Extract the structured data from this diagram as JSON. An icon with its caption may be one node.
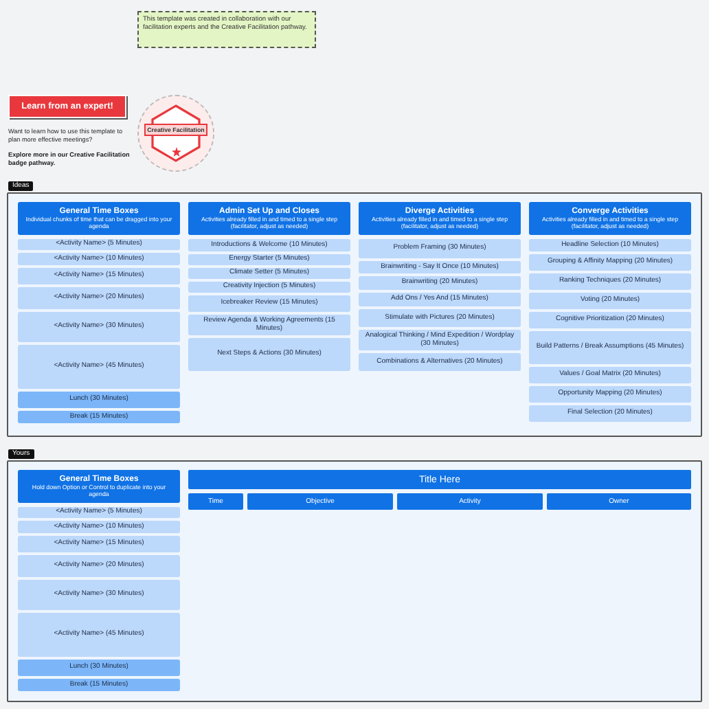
{
  "diagram": {
    "nodes": [
      {
        "text": [
          "This template was created in collaboration with our facilitation experts and the Creative Facilitation pathway."
        ]
      },
      {
        "text": [
          "Learn from an expert!"
        ]
      },
      {
        "text": [
          "Creative Facilitation"
        ]
      },
      {
        "text": [
          "Ideas"
        ]
      },
      {
        "text": [
          "General Time Boxes",
          "Individual chunks of time that can be dragged into your agenda"
        ],
        "in": 3
      },
      {
        "text": [
          "<Activity Name> (5 Minutes)"
        ],
        "in": 3
      },
      {
        "text": [
          "<Activity Name> (10 Minutes)"
        ],
        "in": 3
      },
      {
        "text": [
          "<Activity Name> (15 Minutes)"
        ],
        "in": 3
      },
      {
        "text": [
          "<Activity Name> (20 Minutes)"
        ],
        "in": 3
      },
      {
        "text": [
          "<Activity Name> (30 Minutes)"
        ],
        "in": 3
      },
      {
        "text": [
          "<Activity Name> (45 Minutes)"
        ],
        "in": 3
      },
      {
        "text": [
          "Lunch (30 Minutes)"
        ],
        "in": 3
      },
      {
        "text": [
          "Break (15 Minutes)"
        ],
        "in": 3
      },
      {
        "text": [
          "Admin Set Up and Closes",
          "Activities already filled in and timed to a single step (facilitator, adjust as needed)"
        ],
        "in": 3
      },
      {
        "text": [
          "Introductions & Welcome (10 Minutes)"
        ],
        "in": 3
      },
      {
        "text": [
          "Energy Starter (5 Minutes)"
        ],
        "in": 3
      },
      {
        "text": [
          "Climate Setter (5 Minutes)"
        ],
        "in": 3
      },
      {
        "text": [
          "Creativity Injection (5 Minutes)"
        ],
        "in": 3
      },
      {
        "text": [
          "Icebreaker Review (15 Minutes)"
        ],
        "in": 3
      },
      {
        "text": [
          "Review Agenda & Working Agreements (15 Minutes)"
        ],
        "in": 3
      },
      {
        "text": [
          "Next Steps & Actions (30 Minutes)"
        ],
        "in": 3
      },
      {
        "text": [
          "Diverge Activities",
          "Activities already filled in and timed to a single step (facilitator, adjust as needed)"
        ],
        "in": 3
      },
      {
        "text": [
          "Problem Framing (30 Minutes)"
        ],
        "in": 3
      },
      {
        "text": [
          "Brainwriting - Say It Once (10 Minutes)"
        ],
        "in": 3
      },
      {
        "text": [
          "Brainwriting (20 Minutes)"
        ],
        "in": 3
      },
      {
        "text": [
          "Add Ons / Yes And (15 Minutes)"
        ],
        "in": 3
      },
      {
        "text": [
          "Stimulate with Pictures (20 Minutes)"
        ],
        "in": 3
      },
      {
        "text": [
          "Analogical Thinking / Mind Expedition / Wordplay (30 Minutes)"
        ],
        "in": 3
      },
      {
        "text": [
          "Combinations & Alternatives (20 Minutes)"
        ],
        "in": 3
      },
      {
        "text": [
          "Converge Activities",
          "Activities already filled in and timed to a single step (facilitator, adjust as needed)"
        ],
        "in": 3
      },
      {
        "text": [
          "Headline Selection (10 Minutes)"
        ],
        "in": 3
      },
      {
        "text": [
          "Grouping & Affinity Mapping (20 Minutes)"
        ],
        "in": 3
      },
      {
        "text": [
          "Ranking Techniques (20 Minutes)"
        ],
        "in": 3
      },
      {
        "text": [
          "Voting (20 Minutes)"
        ],
        "in": 3
      },
      {
        "text": [
          "Cognitive Prioritization (20 Minutes)"
        ],
        "in": 3
      },
      {
        "text": [
          "Build Patterns / Break Assumptions (45 Minutes)"
        ],
        "in": 3
      },
      {
        "text": [
          "Values / Goal Matrix (20 Minutes)"
        ],
        "in": 3
      },
      {
        "text": [
          "Opportunity Mapping (20 Minutes)"
        ],
        "in": 3
      },
      {
        "text": [
          "Final Selection (20 Minutes)"
        ],
        "in": 3
      },
      {
        "text": [
          "Yours"
        ]
      },
      {
        "text": [
          "General Time Boxes",
          "Hold down Option or Control to duplicate into your agenda"
        ],
        "in": 39
      },
      {
        "text": [
          "<Activity Name> (5 Minutes)"
        ],
        "in": 39
      },
      {
        "text": [
          "<Activity Name> (10 Minutes)"
        ],
        "in": 39
      },
      {
        "text": [
          "<Activity Name> (15 Minutes)"
        ],
        "in": 39
      },
      {
        "text": [
          "<Activity Name> (20 Minutes)"
        ],
        "in": 39
      },
      {
        "text": [
          "<Activity Name> (30 Minutes)"
        ],
        "in": 39
      },
      {
        "text": [
          "<Activity Name> (45 Minutes)"
        ],
        "in": 39
      },
      {
        "text": [
          "Lunch (30 Minutes)"
        ],
        "in": 39
      },
      {
        "text": [
          "Break (15 Minutes)"
        ],
        "in": 39
      },
      {
        "text": [
          "Title Here"
        ],
        "in": 39
      },
      {
        "text": [
          "Time"
        ],
        "in": 39
      },
      {
        "text": [
          "Objective"
        ],
        "in": 39
      },
      {
        "text": [
          "Activity"
        ],
        "in": 39
      },
      {
        "text": [
          "Owner"
        ],
        "in": 39
      }
    ],
    "labels": [
      "Want to learn how to use this template to plan more effective meetings?",
      "Explore more in our Creative Facilitation badge pathway."
    ]
  }
}
